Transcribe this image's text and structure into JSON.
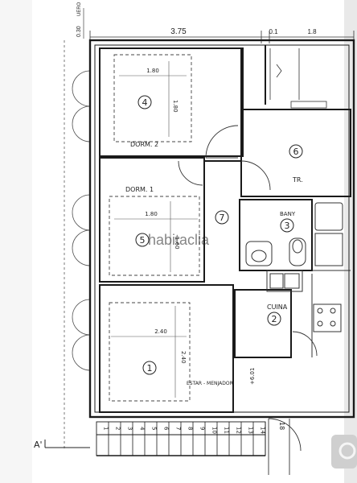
{
  "dimensions": {
    "top_left": "3.75",
    "top_mid": "0.1",
    "top_right": "1.8",
    "left_vertical_a": "0.30",
    "left_vertical_b": "UERO"
  },
  "rooms": [
    {
      "id": "4",
      "name": "DORM. 2",
      "width": "1.80",
      "height": "1.80"
    },
    {
      "id": "5",
      "name": "DORM. 1",
      "width": "1.80",
      "height": "1.60"
    },
    {
      "id": "6",
      "name": "TR."
    },
    {
      "id": "7",
      "name": ""
    },
    {
      "id": "3",
      "name": "BANY"
    },
    {
      "id": "2",
      "name": "CUINA"
    },
    {
      "id": "1",
      "name": "ESTAR - MENJADOR",
      "width": "2.40",
      "height": "2.40",
      "note": "+6.01"
    }
  ],
  "stairs": {
    "steps": [
      "1",
      "2",
      "3",
      "4",
      "5",
      "6",
      "7",
      "8",
      "9",
      "10",
      "11",
      "12",
      "13",
      "14"
    ],
    "landing": "18"
  },
  "section_marker": "A'",
  "watermark": "habitaclia",
  "colors": {
    "line": "#1a1a1a",
    "light_line": "#555555",
    "background": "#ffffff"
  }
}
